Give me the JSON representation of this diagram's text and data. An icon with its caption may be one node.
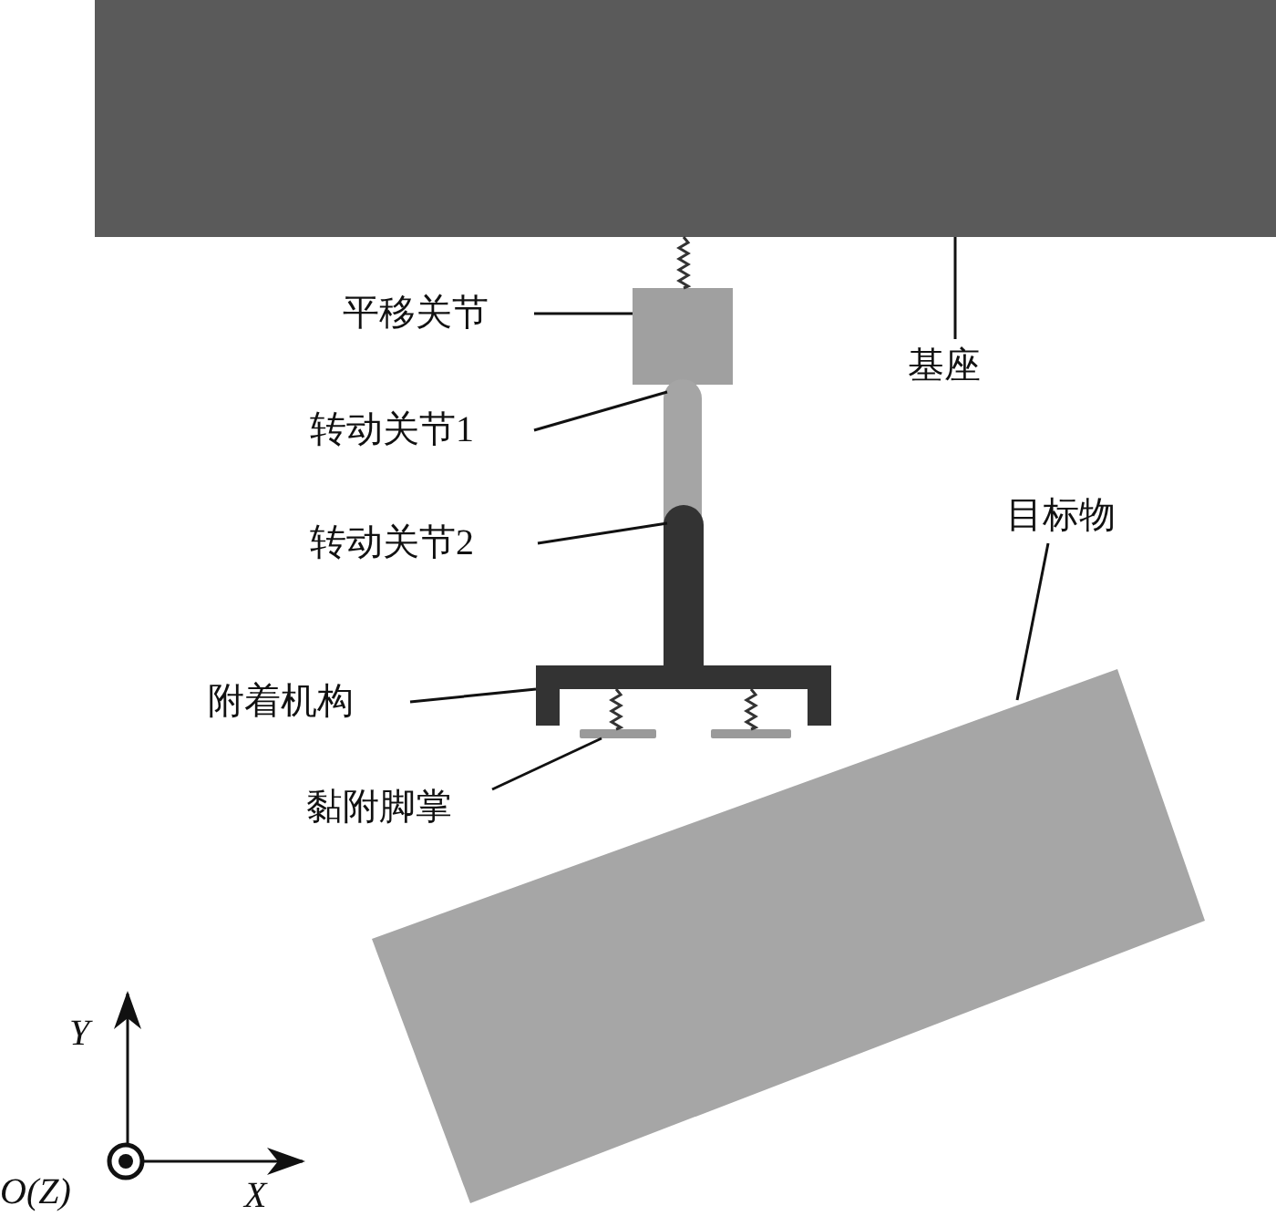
{
  "diagram": {
    "nodes": [
      {
        "text": [
          "平移关节"
        ]
      },
      {
        "text": [
          "转动关节1"
        ]
      },
      {
        "text": [
          "转动关节2"
        ]
      },
      {
        "text": [
          "附着机构"
        ]
      },
      {
        "text": [
          "黏附脚掌"
        ]
      },
      {
        "text": [
          "基座"
        ]
      },
      {
        "text": [
          "目标物"
        ]
      },
      {
        "text": [],
        "shape": "box"
      },
      {
        "text": [],
        "shape": "box"
      },
      {
        "text": [],
        "shape": "bar"
      },
      {
        "text": [],
        "shape": "bar"
      },
      {
        "text": [],
        "shape": "box"
      },
      {
        "text": [],
        "shape": "bar"
      },
      {
        "text": [],
        "shape": "box"
      },
      {
        "text": [],
        "shape": "bar"
      }
    ],
    "edges": [
      {
        "from": 0,
        "to": 8,
        "arrow": "none"
      },
      {
        "from": 1,
        "to": 9,
        "arrow": "none"
      },
      {
        "from": 2,
        "to": 10,
        "arrow": "none"
      },
      {
        "from": 3,
        "to": 11,
        "arrow": "none"
      },
      {
        "from": 4,
        "to": 12,
        "arrow": "none"
      },
      {
        "from": 5,
        "to": 7,
        "arrow": "none"
      },
      {
        "from": 6,
        "to": 13,
        "arrow": "none"
      },
      {
        "from": 7,
        "to": 8,
        "arrow": "none"
      },
      {
        "from": 11,
        "to": 12,
        "arrow": "none"
      },
      {
        "from": 11,
        "to": 14,
        "arrow": "none"
      }
    ],
    "labels": [
      "Y",
      "O(Z)",
      "X"
    ]
  }
}
